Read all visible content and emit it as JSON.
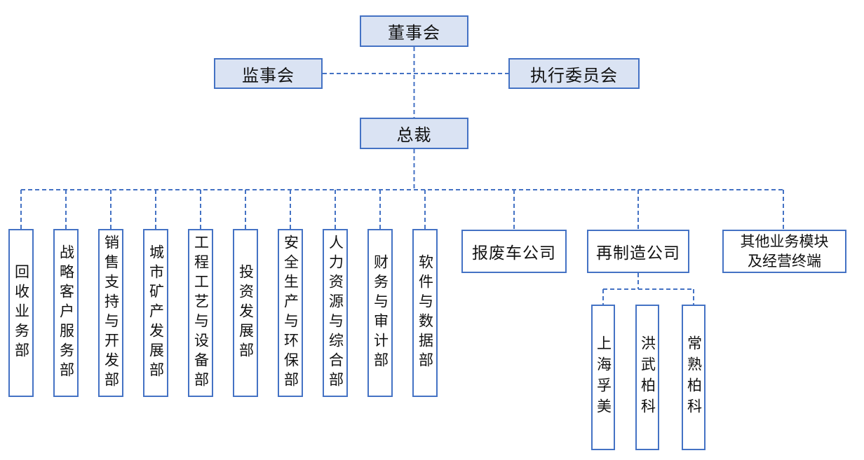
{
  "palette": {
    "border_blue": "#4472c4",
    "fill_light_blue": "#dae3f3",
    "fill_white": "#ffffff",
    "text_color": "#111111",
    "background": "#ffffff"
  },
  "org": {
    "board": {
      "label": "董事会"
    },
    "supervisory_board": {
      "label": "监事会"
    },
    "executive_committee": {
      "label": "执行委员会"
    },
    "president": {
      "label": "总裁"
    },
    "departments": [
      {
        "label": "回收业务部"
      },
      {
        "label": "战略客户服务部"
      },
      {
        "label": "销售支持与开发部"
      },
      {
        "label": "城市矿产发展部"
      },
      {
        "label": "工程工艺与设备部"
      },
      {
        "label": "投资发展部"
      },
      {
        "label": "安全生产与环保部"
      },
      {
        "label": "人力资源与综合部"
      },
      {
        "label": "财务与审计部"
      },
      {
        "label": "软件与数据部"
      }
    ],
    "companies": [
      {
        "label": "报废车公司"
      },
      {
        "label": "再制造公司"
      },
      {
        "label": "其他业务模块及经营终端",
        "line1": "其他业务模块",
        "line2": "及经营终端"
      }
    ],
    "subsidiaries": [
      {
        "label": "上海孚美"
      },
      {
        "label": "洪武柏科"
      },
      {
        "label": "常熟柏科"
      }
    ]
  }
}
